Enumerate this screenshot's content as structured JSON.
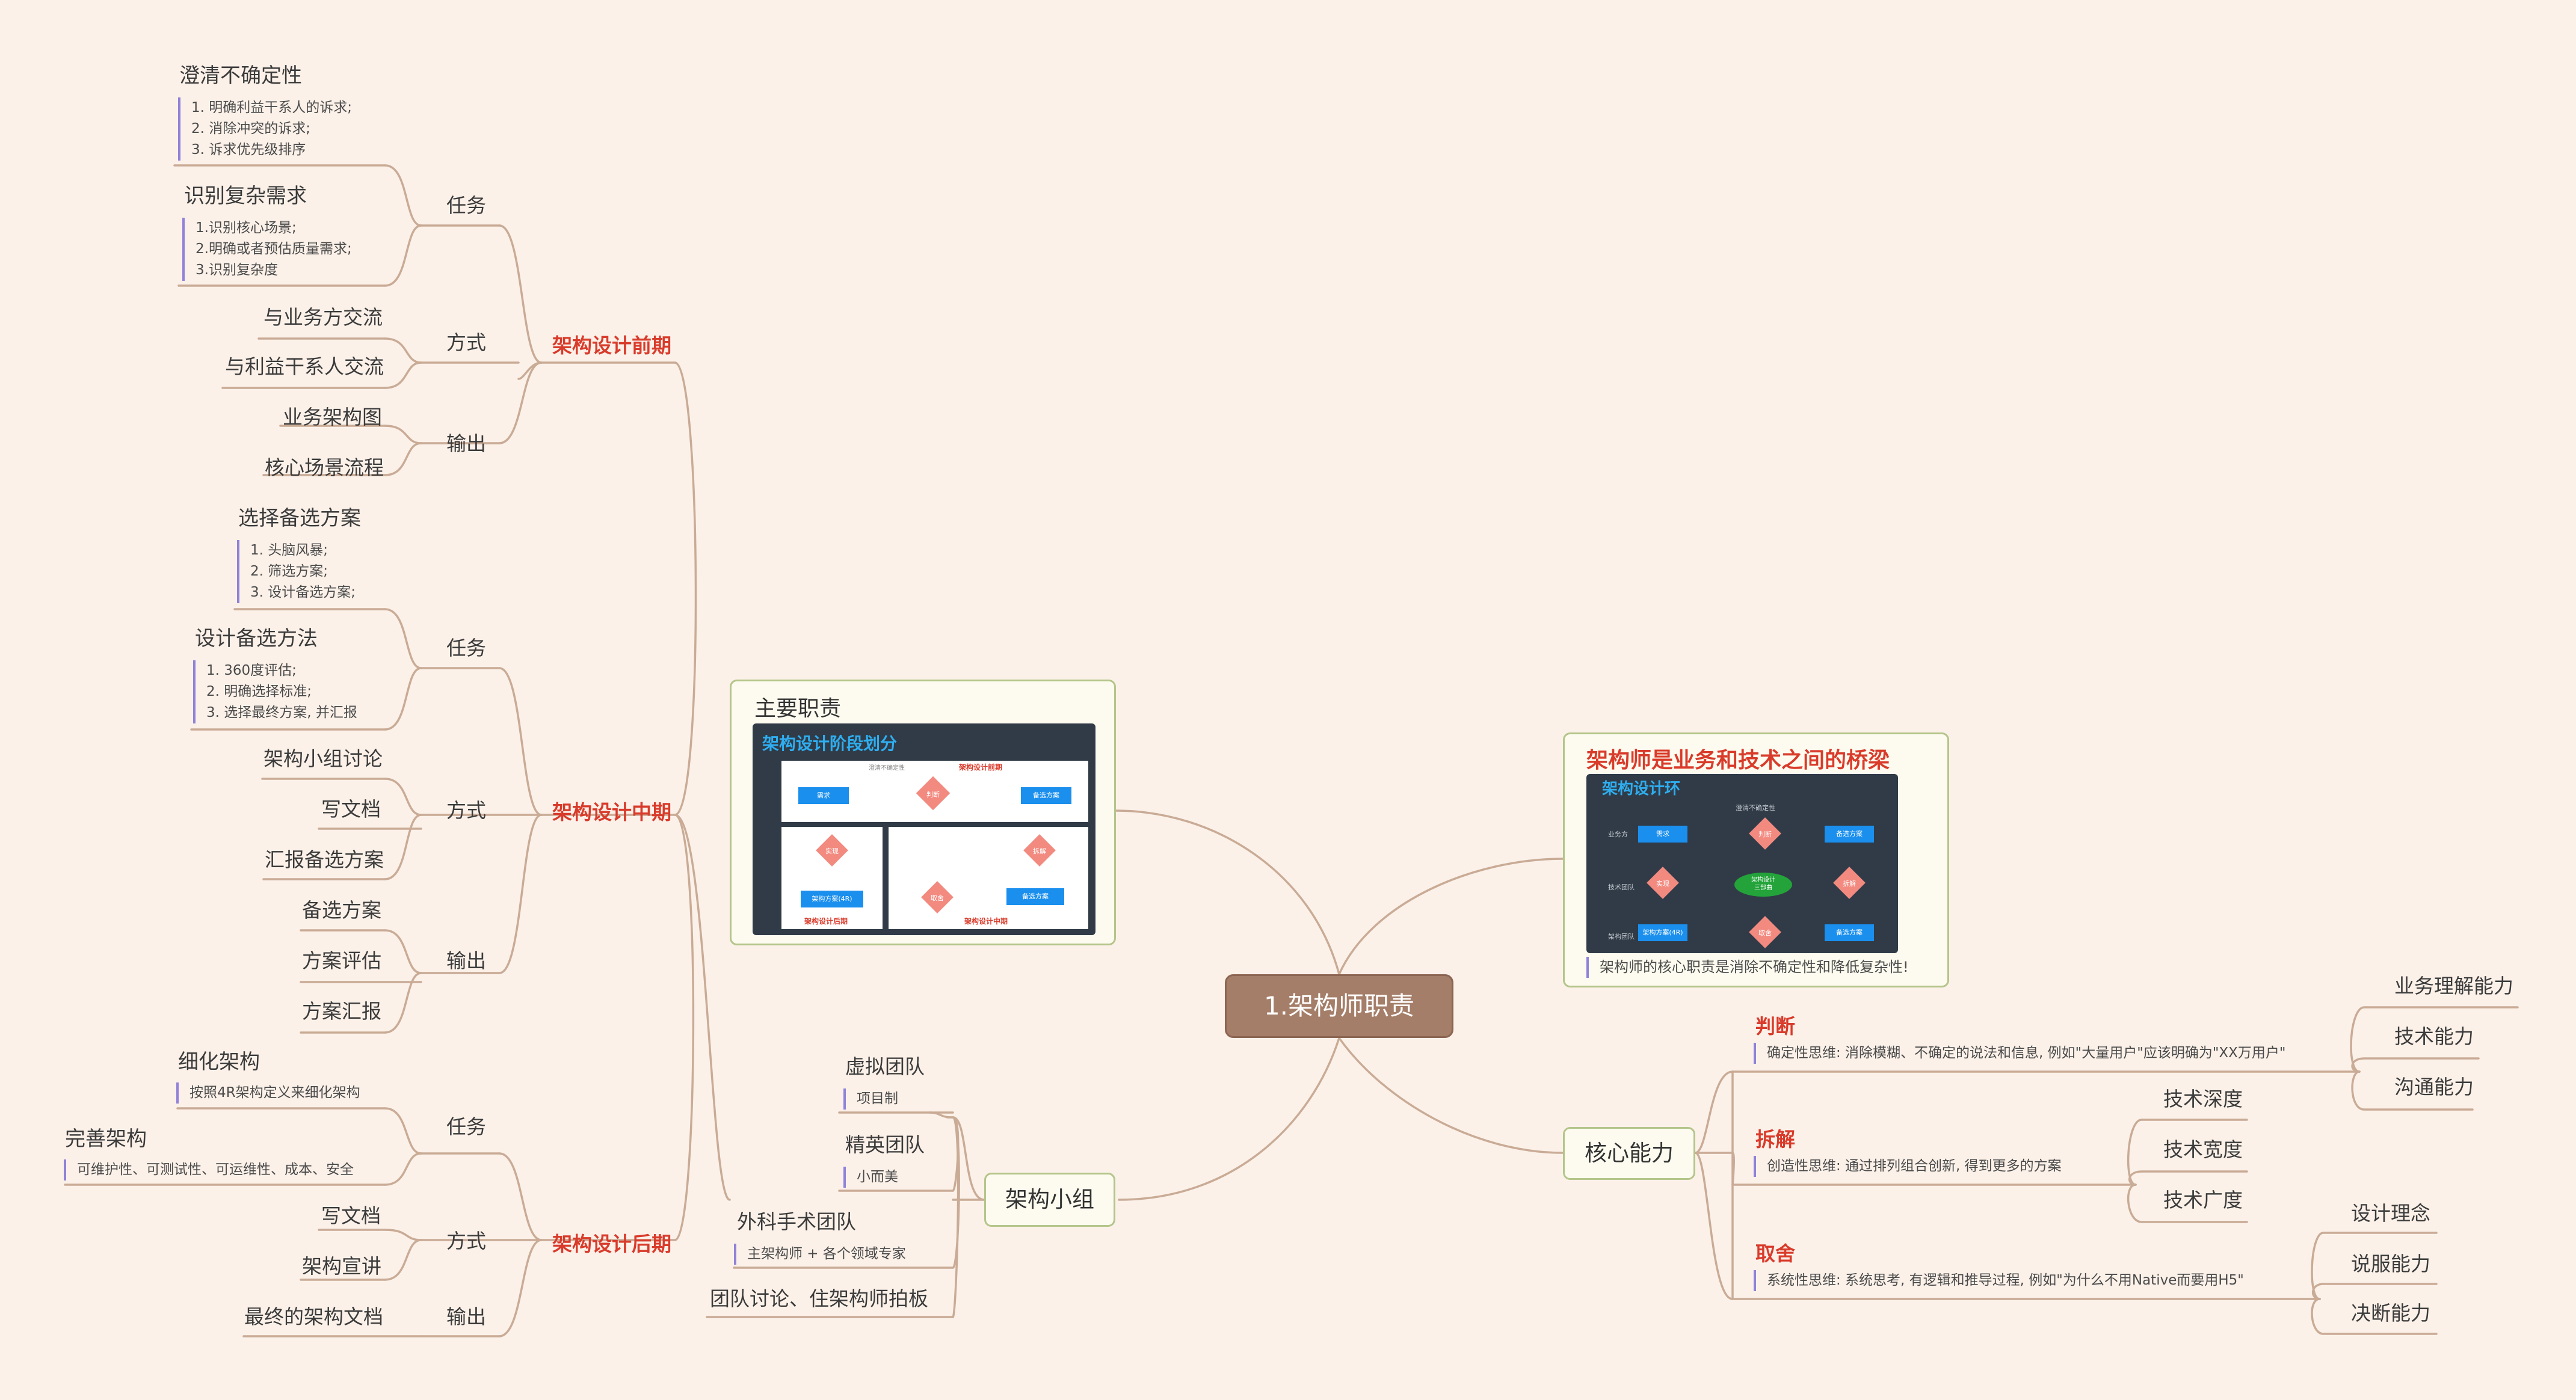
{
  "root": "1.架构师职责",
  "main_duty": {
    "title": "主要职责",
    "figure": {
      "title": "架构设计阶段划分",
      "top_label": "澄清不确定性",
      "stage_front": "架构设计前期",
      "stage_mid": "架构设计中期",
      "stage_back": "架构设计后期",
      "req": "需求",
      "judge": "判断",
      "candidate": "备选方案",
      "split": "拆解",
      "tradeoff": "取舍",
      "implement": "实现",
      "final_doc": "架构方案(4R)"
    }
  },
  "bridge": {
    "title": "架构师是业务和技术之间的桥梁",
    "note": "架构师的核心职责是消除不确定性和降低复杂性!",
    "figure": {
      "title": "架构设计环",
      "top_label": "澄清不确定性",
      "lane_business": "业务方",
      "lane_tech": "技术团队",
      "lane_arch": "架构团队",
      "req": "需求",
      "judge": "判断",
      "candidate": "备选方案",
      "center": "架构设计\n三部曲",
      "implement": "实现",
      "split": "拆解",
      "tradeoff": "取舍",
      "final_doc": "架构方案(4R)",
      "candidate2": "备选方案"
    }
  },
  "phases": {
    "front": {
      "label": "架构设计前期",
      "task": "任务",
      "t1": "澄清不确定性",
      "t1_notes": [
        "1. 明确利益干系人的诉求;",
        "2. 消除冲突的诉求;",
        "3. 诉求优先级排序"
      ],
      "t2": "识别复杂需求",
      "t2_notes": [
        "1.识别核心场景;",
        "2.明确或者预估质量需求;",
        "3.识别复杂度"
      ],
      "method": "方式",
      "m1": "与业务方交流",
      "m2": "与利益干系人交流",
      "output": "输出",
      "o1": "业务架构图",
      "o2": "核心场景流程"
    },
    "mid": {
      "label": "架构设计中期",
      "task": "任务",
      "t1": "选择备选方案",
      "t1_notes": [
        "1. 头脑风暴;",
        "2. 筛选方案;",
        "3. 设计备选方案;"
      ],
      "t2": "设计备选方法",
      "t2_notes": [
        "1. 360度评估;",
        "2. 明确选择标准;",
        "3. 选择最终方案, 并汇报"
      ],
      "method": "方式",
      "m1": "架构小组讨论",
      "m2": "写文档",
      "m3": "汇报备选方案",
      "output": "输出",
      "o1": "备选方案",
      "o2": "方案评估",
      "o3": "方案汇报"
    },
    "back": {
      "label": "架构设计后期",
      "task": "任务",
      "t1": "细化架构",
      "t1_note": "按照4R架构定义来细化架构",
      "t2": "完善架构",
      "t2_note": "可维护性、可测试性、可运维性、成本、安全",
      "method": "方式",
      "m1": "写文档",
      "m2": "架构宣讲",
      "output": "输出",
      "o1": "最终的架构文档"
    }
  },
  "team": {
    "title": "架构小组",
    "virtual": "虚拟团队",
    "virtual_note": "项目制",
    "elite": "精英团队",
    "elite_note": "小而美",
    "surgery": "外科手术团队",
    "surgery_note": "主架构师 + 各个领域专家",
    "discuss": "团队讨论、住架构师拍板"
  },
  "core": {
    "title": "核心能力",
    "judge": "判断",
    "judge_note": "确定性思维: 消除模糊、不确定的说法和信息, 例如\"大量用户\"应该明确为\"XX万用户\"",
    "judge_items": [
      "业务理解能力",
      "技术能力",
      "沟通能力"
    ],
    "split": "拆解",
    "split_note": "创造性思维: 通过排列组合创新, 得到更多的方案",
    "split_items": [
      "技术深度",
      "技术宽度",
      "技术广度"
    ],
    "trade": "取舍",
    "trade_note": "系统性思维: 系统思考, 有逻辑和推导过程, 例如\"为什么不用Native而要用H5\"",
    "trade_items": [
      "设计理念",
      "说服能力",
      "决断能力"
    ]
  },
  "colors": {
    "background": "#fbf1e9",
    "root": "#a57e69",
    "accent_red": "#d93b2b",
    "line": "#c9ab96",
    "box_border": "#b4c58a",
    "note_bar": "#8f82d8",
    "figure_blue": "#1a8fee",
    "figure_diamond": "#f28a80"
  }
}
